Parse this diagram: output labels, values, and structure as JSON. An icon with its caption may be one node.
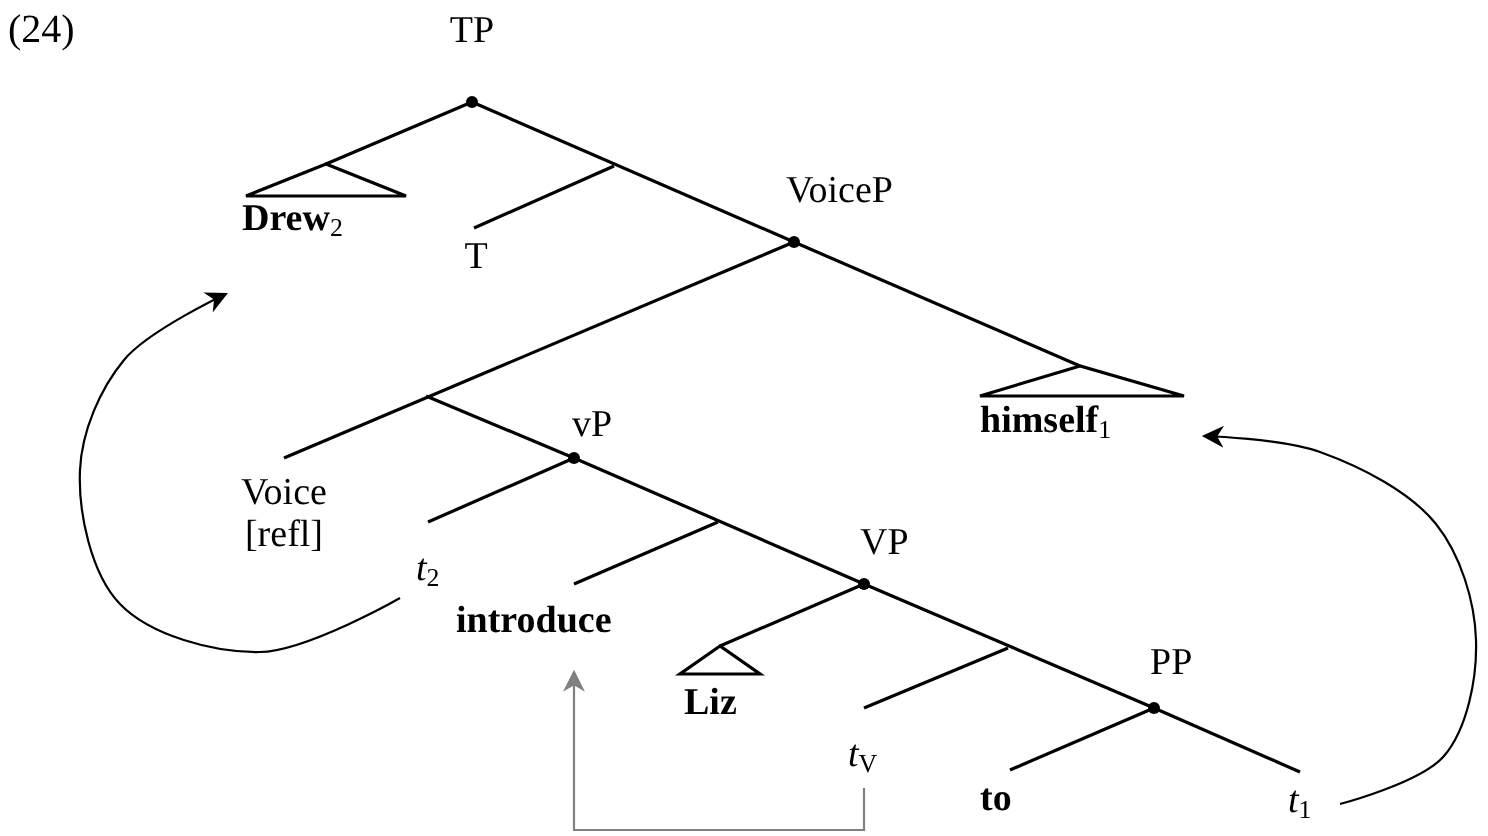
{
  "diagram": {
    "nodes": [
      {
        "text": [
          "TP"
        ]
      },
      {
        "text": [
          "Drew$_{2}$"
        ]
      },
      {
        "text": [
          "T"
        ]
      },
      {
        "text": [
          "VoiceP"
        ]
      },
      {
        "text": [
          "himself$_{1}$"
        ]
      },
      {
        "text": [
          "Voice [refl]"
        ]
      },
      {
        "text": [
          "vP"
        ]
      },
      {
        "text": [
          "*t*$_{2}$"
        ]
      },
      {
        "text": [
          "introduce"
        ]
      },
      {
        "text": [
          "VP"
        ]
      },
      {
        "text": [
          "Liz"
        ]
      },
      {
        "text": [
          "*t*$_{V}$"
        ]
      },
      {
        "text": [
          "PP"
        ]
      },
      {
        "text": [
          "to"
        ]
      },
      {
        "text": [
          "*t*$_{1}$"
        ]
      }
    ],
    "edges": [
      {
        "from": 0,
        "to": 1,
        "arrow": "none"
      },
      {
        "from": 0,
        "to": 3,
        "arrow": "none"
      },
      {
        "from": null,
        "to": 2,
        "arrow": "none"
      },
      {
        "from": 3,
        "to": 4,
        "arrow": "none"
      },
      {
        "from": 3,
        "to": 5,
        "arrow": "none"
      },
      {
        "from": null,
        "to": 6,
        "arrow": "none"
      },
      {
        "from": 6,
        "to": 7,
        "arrow": "none"
      },
      {
        "from": 6,
        "to": 9,
        "arrow": "none"
      },
      {
        "from": null,
        "to": 8,
        "arrow": "none"
      },
      {
        "from": 9,
        "to": 10,
        "arrow": "none"
      },
      {
        "from": 9,
        "to": 12,
        "arrow": "none"
      },
      {
        "from": null,
        "to": 11,
        "arrow": "none"
      },
      {
        "from": 12,
        "to": 13,
        "arrow": "none"
      },
      {
        "from": 12,
        "to": 14,
        "arrow": "none"
      },
      {
        "from": 7,
        "to": 1,
        "arrow": "to"
      },
      {
        "from": 11,
        "to": 8,
        "arrow": "to",
        "color": "#808080"
      },
      {
        "from": 14,
        "to": 4,
        "arrow": "to"
      }
    ],
    "labels": [
      "(24)"
    ]
  }
}
